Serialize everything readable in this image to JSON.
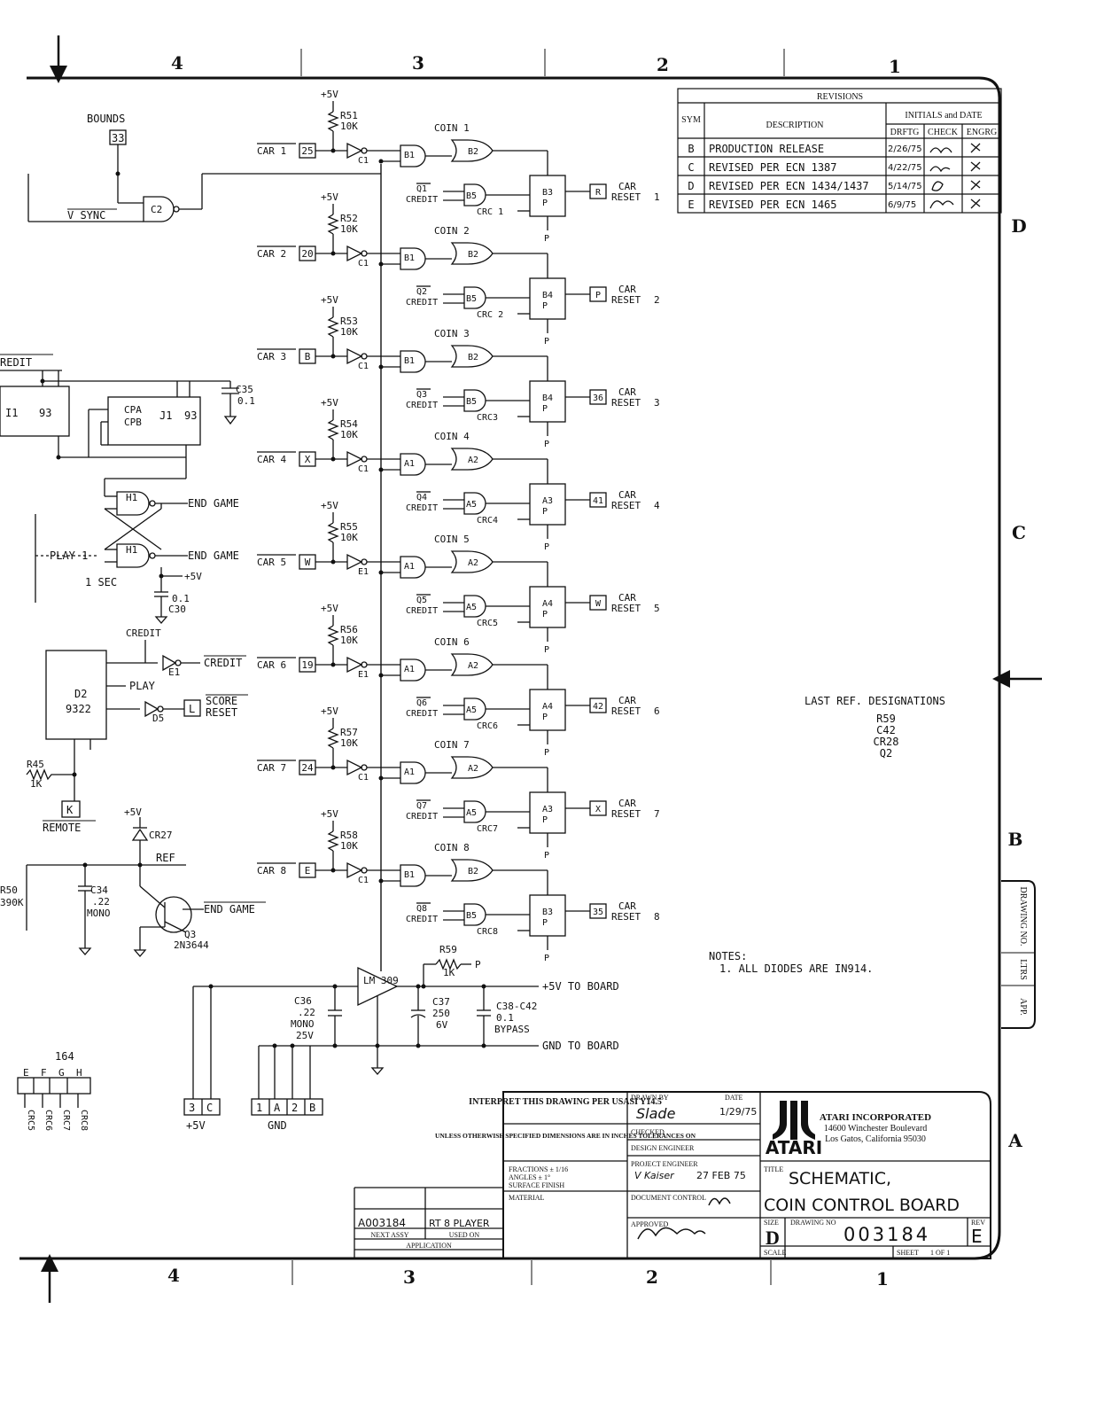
{
  "zones": {
    "top": [
      "4",
      "3",
      "2",
      "1"
    ],
    "bottom": [
      "4",
      "3",
      "2",
      "1"
    ],
    "rows": [
      "D",
      "C",
      "B",
      "A"
    ]
  },
  "revisions": {
    "title": "REVISIONS",
    "col_sym": "SYM",
    "col_desc": "DESCRIPTION",
    "col_initials": "INITIALS and DATE",
    "col_drftg": "DRFTG",
    "col_check": "CHECK",
    "col_engrg": "ENGRG",
    "rows": [
      {
        "sym": "B",
        "desc": "PRODUCTION RELEASE",
        "date": "2/26/75"
      },
      {
        "sym": "C",
        "desc": "REVISED PER ECN 1387",
        "date": "4/22/75"
      },
      {
        "sym": "D",
        "desc": "REVISED PER ECN 1434/1437",
        "date": "5/14/75"
      },
      {
        "sym": "E",
        "desc": "REVISED PER ECN 1465",
        "date": "6/9/75"
      }
    ]
  },
  "last_ref": {
    "title": "LAST REF. DESIGNATIONS",
    "items": [
      "R59",
      "C42",
      "CR28",
      "Q2"
    ]
  },
  "notes": {
    "title": "NOTES:",
    "items": [
      "1. ALL DIODES ARE IN914."
    ]
  },
  "common": {
    "plus5v": "+5V",
    "ten_k": "10K",
    "coin_prefix": "COIN",
    "credit": "CREDIT",
    "car": "CAR",
    "reset": "RESET",
    "p": "P",
    "one_k": "1K"
  },
  "car_channels": [
    {
      "car": "CAR 1",
      "pin": "25",
      "res": "R51",
      "coin": "COIN 1",
      "q": "Q1",
      "crc": "CRC 1",
      "reset": "R",
      "num": "1",
      "g1": "C1",
      "g2": "B1",
      "g3": "B2",
      "g4": "B5",
      "ff": "B3"
    },
    {
      "car": "CAR 2",
      "pin": "20",
      "res": "R52",
      "coin": "COIN 2",
      "q": "Q2",
      "crc": "CRC 2",
      "reset": "P",
      "num": "2",
      "g1": "C1",
      "g2": "B1",
      "g3": "B2",
      "g4": "B5",
      "ff": "B4"
    },
    {
      "car": "CAR 3",
      "pin": "B",
      "res": "R53",
      "coin": "COIN 3",
      "q": "Q3",
      "crc": "CRC3",
      "reset": "36",
      "num": "3",
      "g1": "C1",
      "g2": "B1",
      "g3": "B2",
      "g4": "B5",
      "ff": "B4"
    },
    {
      "car": "CAR 4",
      "pin": "X",
      "res": "R54",
      "coin": "COIN 4",
      "q": "Q4",
      "crc": "CRC4",
      "reset": "41",
      "num": "4",
      "g1": "C1",
      "g2": "A1",
      "g3": "A2",
      "g4": "A5",
      "ff": "A3"
    },
    {
      "car": "CAR 5",
      "pin": "W",
      "res": "R55",
      "coin": "COIN 5",
      "q": "Q5",
      "crc": "CRC5",
      "reset": "W",
      "num": "5",
      "g1": "E1",
      "g2": "A1",
      "g3": "A2",
      "g4": "A5",
      "ff": "A4"
    },
    {
      "car": "CAR 6",
      "pin": "19",
      "res": "R56",
      "coin": "COIN 6",
      "q": "Q6",
      "crc": "CRC6",
      "reset": "42",
      "num": "6",
      "g1": "E1",
      "g2": "A1",
      "g3": "A2",
      "g4": "A5",
      "ff": "A4"
    },
    {
      "car": "CAR 7",
      "pin": "24",
      "res": "R57",
      "coin": "COIN 7",
      "q": "Q7",
      "crc": "CRC7",
      "reset": "X",
      "num": "7",
      "g1": "C1",
      "g2": "A1",
      "g3": "A2",
      "g4": "A5",
      "ff": "A3"
    },
    {
      "car": "CAR 8",
      "pin": "E",
      "res": "R58",
      "coin": "COIN 8",
      "q": "Q8",
      "crc": "CRC8",
      "reset": "35",
      "num": "8",
      "g1": "C1",
      "g2": "B1",
      "g3": "B2",
      "g4": "B5",
      "ff": "B3"
    }
  ],
  "left": {
    "bounds": "BOUNDS",
    "bounds_pin": "33",
    "vsync": "V SYNC",
    "c2": "C2",
    "credit_bar": "REDIT",
    "j1": "J1",
    "j1_part": "93",
    "i1": "I1",
    "cpa": "CPA",
    "cpb": "CPB",
    "c35": "C35",
    "c35_val": "0.1",
    "h1": "H1",
    "end_game": "END GAME",
    "play1": "PLAY 1",
    "one_sec": "1 SEC",
    "c30": "C30",
    "c30_val": "0.1",
    "d2": "D2",
    "d2_part": "9322",
    "play": "PLAY",
    "score": "SCORE",
    "reset": "RESET",
    "remote": "REMOTE",
    "remote_pin": "K",
    "score_pin": "L",
    "r45": "R45",
    "r45_val": "1K",
    "d5": "D5",
    "e1": "E1",
    "cr27": "CR27",
    "ref": "REF",
    "q3": "Q3",
    "q3_part": "2N3644",
    "r50": "R50",
    "r50_val": "390K",
    "c34": "C34",
    "c34_val": ".22",
    "mono": "MONO",
    "ic164": "164",
    "chip_pins": [
      "E",
      "F",
      "G",
      "H"
    ],
    "crc_labels": [
      "CRC5",
      "CRC6",
      "CRC7",
      "CRC8"
    ]
  },
  "power": {
    "reg": "LM 309",
    "c36": "C36",
    "c36_val": ".22",
    "c36_mono": "MONO",
    "c36_v": "25V",
    "c37": "C37",
    "c37_val": "250",
    "c37_v": "6V",
    "c38": "C38-C42",
    "c38_val": "0.1",
    "bypass": "BYPASS",
    "r59": "R59",
    "r59_val": "1K",
    "plus5_board": "+5V TO BOARD",
    "gnd_board": "GND TO BOARD",
    "pins_5v": [
      "3",
      "C"
    ],
    "pins_gnd": [
      "1",
      "A",
      "2",
      "B"
    ],
    "label_5v": "+5V",
    "label_gnd": "GND"
  },
  "title_block": {
    "interpret": "INTERPRET THIS DRAWING PER USASI Y14.5",
    "tolerance_note": "UNLESS OTHERWISE SPECIFIED DIMENSIONS ARE IN INCHES TOLERANCES ON",
    "fractions": "FRACTIONS ± 1/16",
    "angles": "ANGLES ± 1°",
    "surface": "SURFACE FINISH",
    "material": "MATERIAL",
    "drawn_by": "DRAWN BY",
    "drawn_sig": "Slade",
    "drawn_date_label": "DATE",
    "drawn_date": "1/29/75",
    "checked": "CHECKED",
    "design_engineer": "DESIGN ENGINEER",
    "project_engineer": "PROJECT ENGINEER",
    "project_sig": "V Kaiser",
    "project_date": "27 FEB 75",
    "doc_control": "DOCUMENT CONTROL",
    "approved": "APPROVED",
    "company": "ATARI INCORPORATED",
    "address1": "14600 Winchester Boulevard",
    "address2": "Los Gatos, California 95030",
    "logo_text": "ATARI",
    "title_label": "TITLE",
    "title1": "SCHEMATIC,",
    "title2": "COIN CONTROL BOARD",
    "size_label": "SIZE",
    "size": "D",
    "drawing_no_label": "DRAWING NO",
    "drawing_no": "003184",
    "rev_label": "REV",
    "rev": "E",
    "scale_label": "SCALE",
    "sheet_label": "SHEET",
    "sheet": "1 OF 1",
    "next_assy_value": "A003184",
    "used_on_value": "RT 8 PLAYER",
    "next_assy": "NEXT ASSY",
    "used_on": "USED ON",
    "application": "APPLICATION"
  },
  "side_tab": [
    "DRAWING NO.",
    "LTRS",
    "APP."
  ]
}
